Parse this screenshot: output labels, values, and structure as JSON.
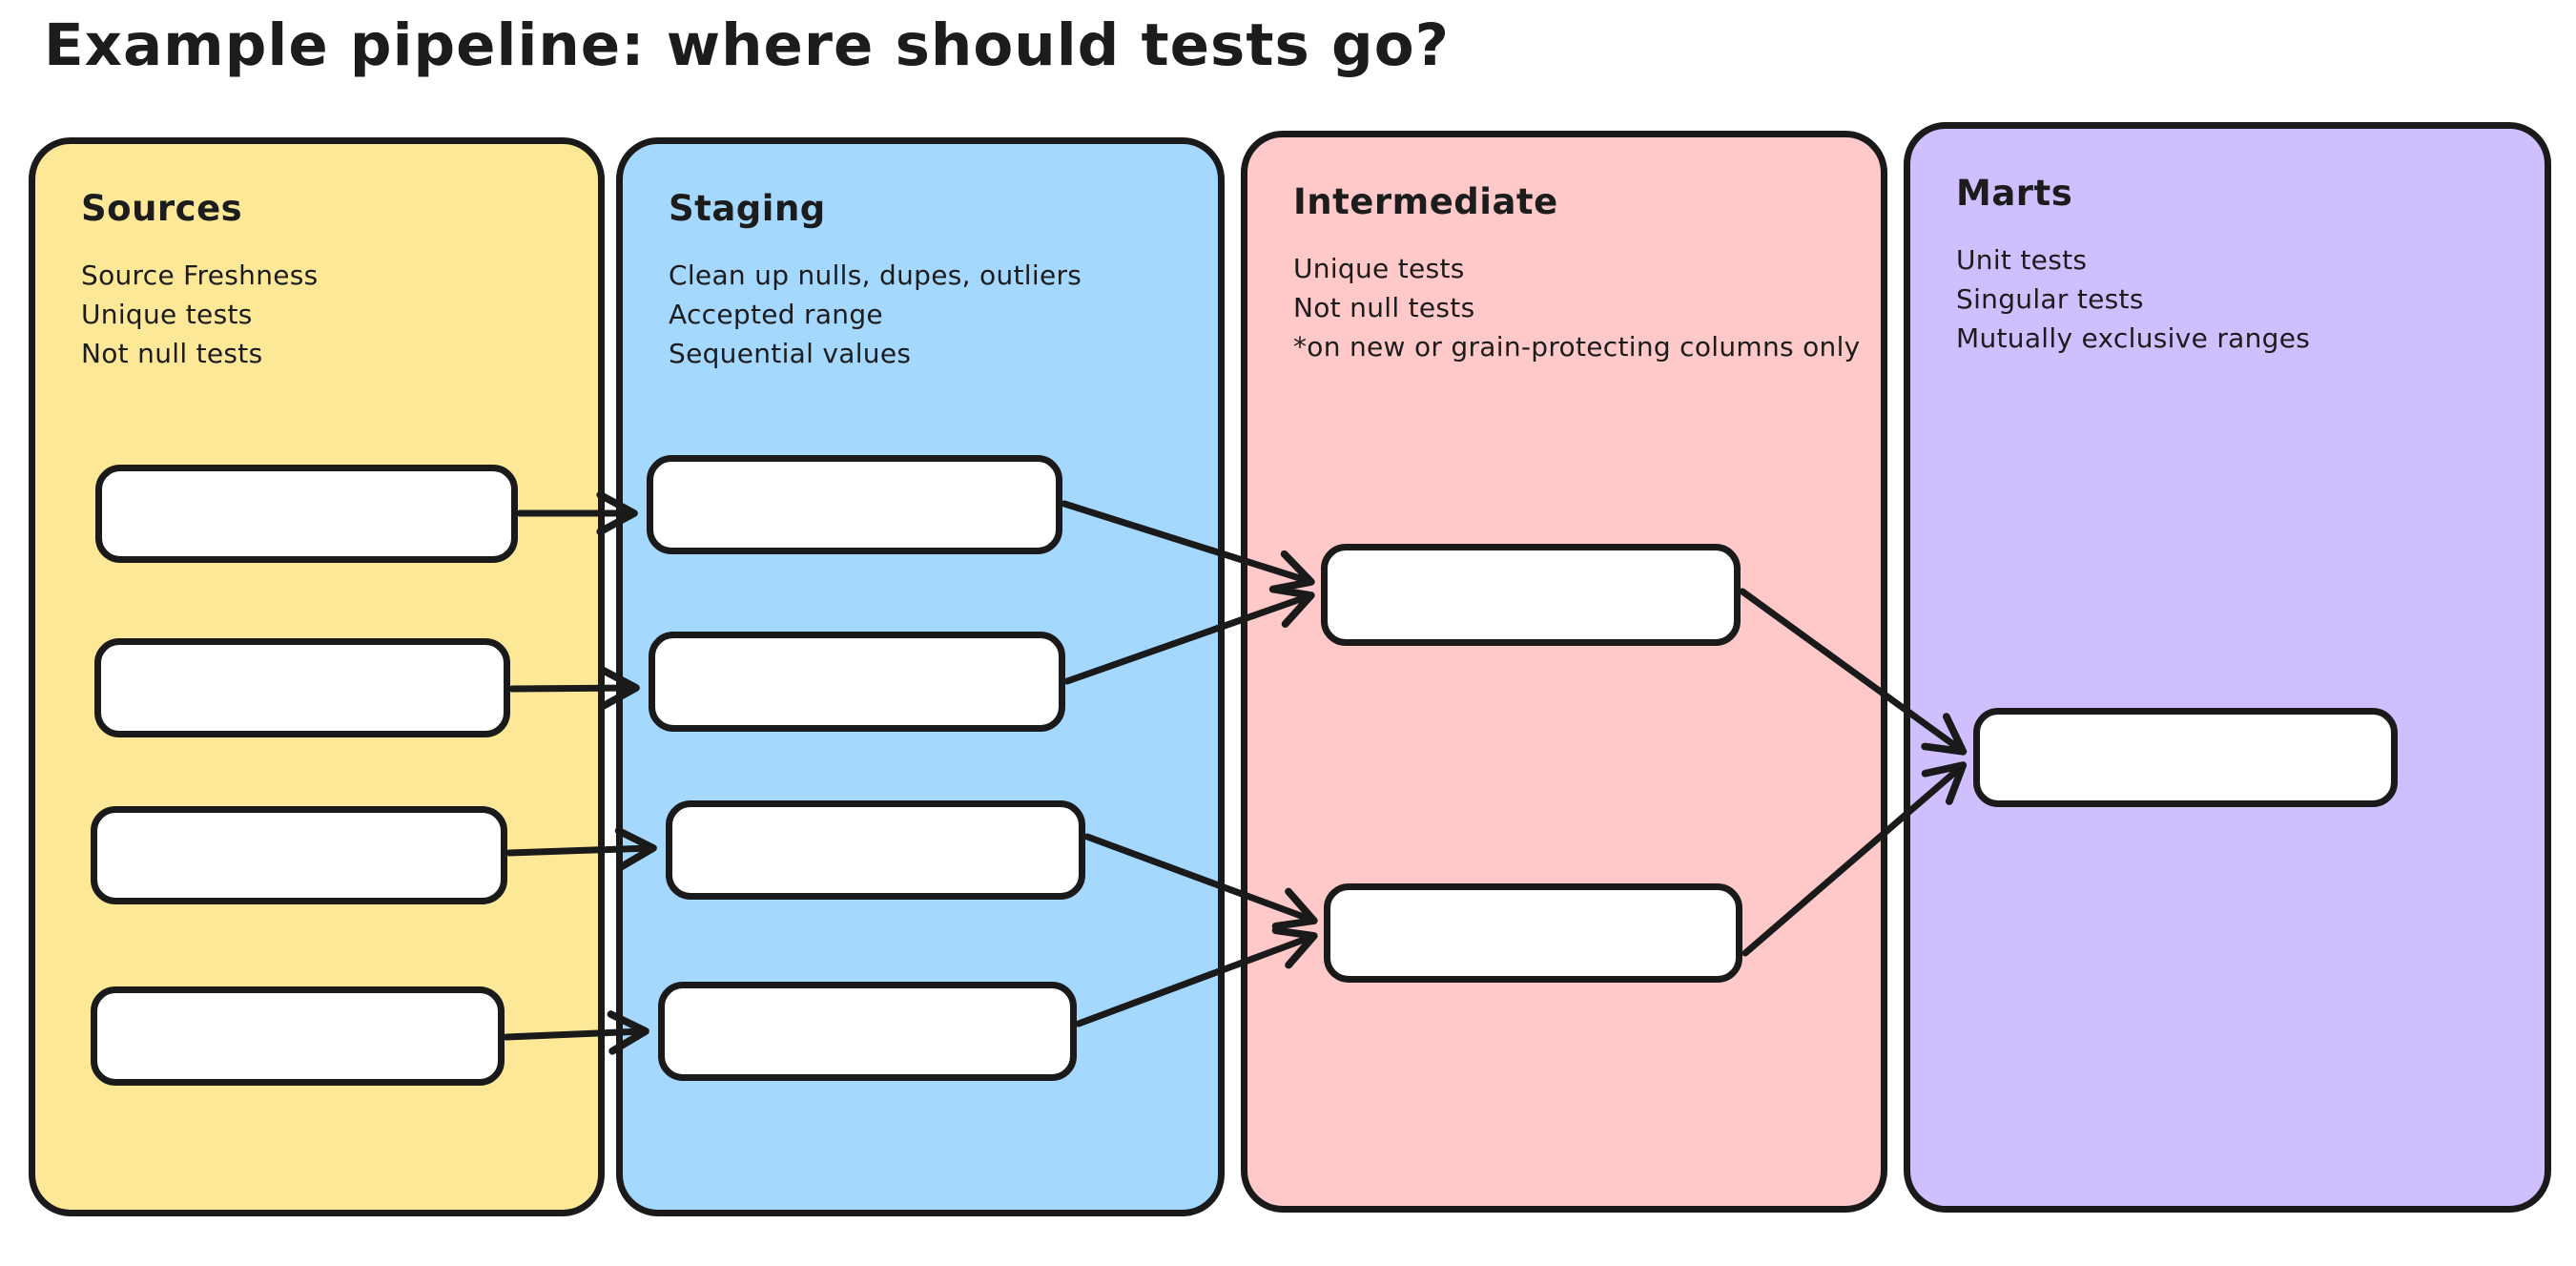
{
  "title": "Example pipeline: where should tests go?",
  "ink_color": "#1a1a1a",
  "background_color": "#ffffff",
  "columns": [
    {
      "label": "Sources",
      "color": "#FCE897",
      "notes": [
        "Source Freshness",
        "Unique tests",
        "Not null tests"
      ],
      "node_count": 4
    },
    {
      "label": "Staging",
      "color": "#A5D8FF",
      "notes": [
        "Clean up nulls, dupes, outliers",
        "Accepted range",
        "Sequential values"
      ],
      "node_count": 4
    },
    {
      "label": "Intermediate",
      "color": "#FFC9C9",
      "notes": [
        "Unique tests",
        "Not null tests",
        "*on new or grain-protecting columns only"
      ],
      "node_count": 2
    },
    {
      "label": "Marts",
      "color": "#D0BFFF",
      "notes": [
        "Unit tests",
        "Singular tests",
        "Mutually exclusive ranges"
      ],
      "node_count": 1
    }
  ]
}
